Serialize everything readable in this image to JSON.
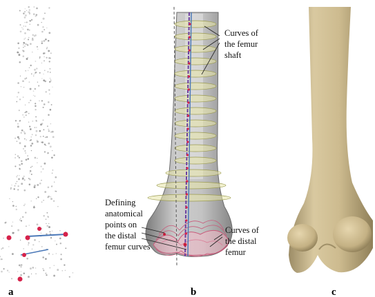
{
  "panels": [
    {
      "id": "a",
      "label": "a"
    },
    {
      "id": "b",
      "label": "b"
    },
    {
      "id": "c",
      "label": "c"
    }
  ],
  "annotations": {
    "shaft_curves": [
      "Curves of",
      "the femur",
      "shaft"
    ],
    "anatomical_points": [
      "Defining",
      "anatomical",
      "points on",
      "the distal",
      "femur curves"
    ],
    "distal_curves": [
      "Curves of",
      "the distal",
      "femur"
    ]
  },
  "colors": {
    "point_cloud": "#8a8a8a",
    "landmark": "#d6224a",
    "axis_blue": "#4a78b8",
    "axis_purple": "#6b3fa0",
    "curve_yellow": "#e8e6a8",
    "distal_pink": "#f2b8c6",
    "bone": "#cbb98f"
  }
}
